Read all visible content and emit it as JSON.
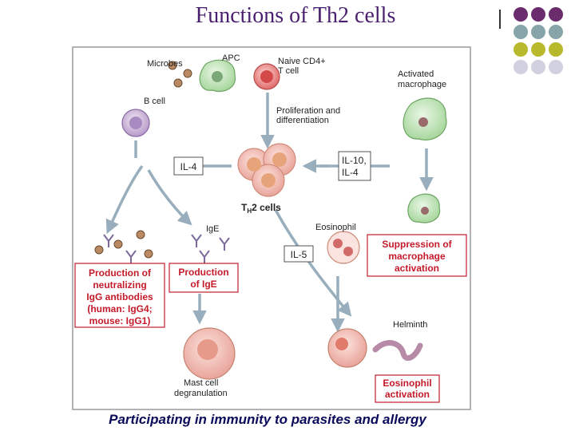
{
  "slide": {
    "title": "Functions of Th2 cells",
    "caption": "Participating in immunity to parasites and allergy"
  },
  "decor": {
    "dot_colors": [
      "#6b2c6e",
      "#6b2c6e",
      "#6b2c6e",
      "#87a5a8",
      "#87a5a8",
      "#87a5a8",
      "#b9b92e",
      "#b9b92e",
      "#b9b92e",
      "#d0d0df",
      "#d0d0df",
      "#d0d0df"
    ],
    "icons": [
      "bullet-dot-grid-icon"
    ]
  },
  "figure": {
    "labels": {
      "microbes": "Microbes",
      "apc": "APC",
      "naive_line1": "Naive CD4+",
      "naive_line2": "T cell",
      "activated_line1": "Activated",
      "activated_line2": "macrophage",
      "bcell": "B cell",
      "prolif_line1": "Proliferation and",
      "prolif_line2": "differentiation",
      "il4": "IL-4",
      "il10_line1": "IL-10,",
      "il10_line2": "IL-4",
      "th2_main": "T",
      "th2_sub": "H",
      "th2_rest": "2 cells",
      "eosinophil": "Eosinophil",
      "ige": "IgE",
      "il5": "IL-5",
      "helminth": "Helminth",
      "mast_line1": "Mast cell",
      "mast_line2": "degranulation"
    },
    "boxes": {
      "neutralizing": [
        "Production of",
        "neutralizing",
        "IgG antibodies",
        "(human: IgG4;",
        "mouse: IgG1)"
      ],
      "production_ige": [
        "Production",
        "of IgE"
      ],
      "suppression": [
        "Suppression of",
        "macrophage",
        "activation"
      ],
      "eosinophil_activation": [
        "Eosinophil",
        "activation"
      ]
    },
    "colors": {
      "box_text": "#c41a2a",
      "box_border": "#c41a2a",
      "arrow": "#98aebd"
    }
  }
}
